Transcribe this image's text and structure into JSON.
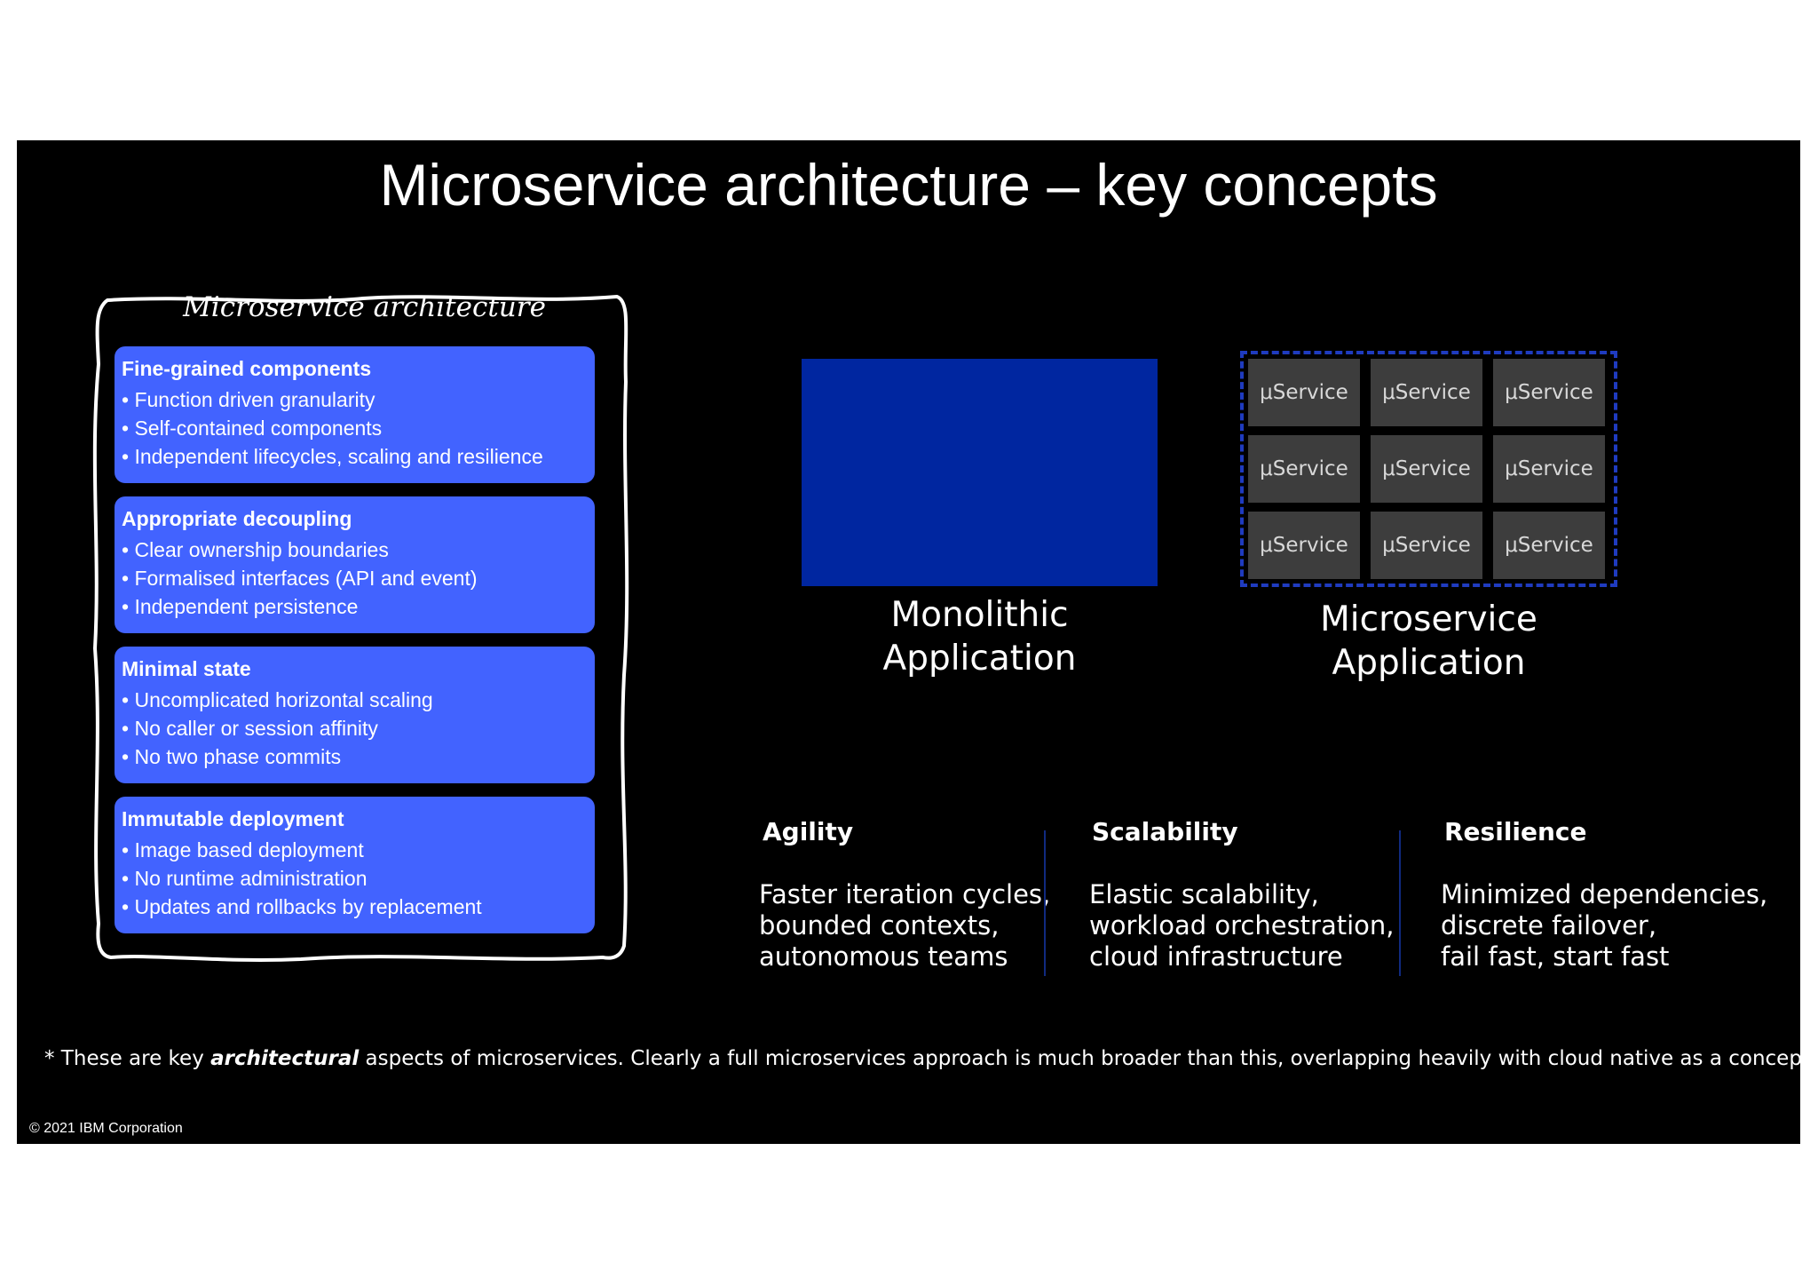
{
  "title": "Microservice architecture – key concepts",
  "sketch_box": {
    "title": "Microservice architecture",
    "cards": [
      {
        "title": "Fine-grained components",
        "bullets": [
          "Function driven granularity",
          "Self-contained components",
          "Independent lifecycles, scaling and resilience"
        ]
      },
      {
        "title": "Appropriate decoupling",
        "bullets": [
          "Clear ownership boundaries",
          "Formalised interfaces (API and event)",
          "Independent persistence"
        ]
      },
      {
        "title": "Minimal state",
        "bullets": [
          "Uncomplicated horizontal scaling",
          "No caller or session affinity",
          "No two phase commits"
        ]
      },
      {
        "title": "Immutable deployment",
        "bullets": [
          "Image based deployment",
          "No runtime administration",
          "Updates and rollbacks by replacement"
        ]
      }
    ]
  },
  "monolithic": {
    "label_line1": "Monolithic",
    "label_line2": "Application",
    "color": "#0026a0"
  },
  "microservice_app": {
    "label_line1": "Microservice",
    "label_line2": "Application",
    "tile_label": "μService",
    "frame_color": "#1f3bbf"
  },
  "benefits": [
    {
      "title": "Agility",
      "text": "Faster iteration cycles,\nbounded contexts,\nautonomous teams"
    },
    {
      "title": "Scalability",
      "text": "Elastic scalability,\nworkload orchestration,\ncloud infrastructure"
    },
    {
      "title": "Resilience",
      "text": "Minimized dependencies,\ndiscrete failover,\nfail fast, start fast"
    }
  ],
  "footnote": {
    "prefix": "* These are key ",
    "emphasis": "architectural",
    "suffix": " aspects of microservices. Clearly a full microservices approach is much broader than this, overlapping heavily with cloud native as a concept"
  },
  "copyright": "© 2021 IBM Corporation",
  "colors": {
    "card_blue": "#4263ff",
    "background": "#000000"
  }
}
